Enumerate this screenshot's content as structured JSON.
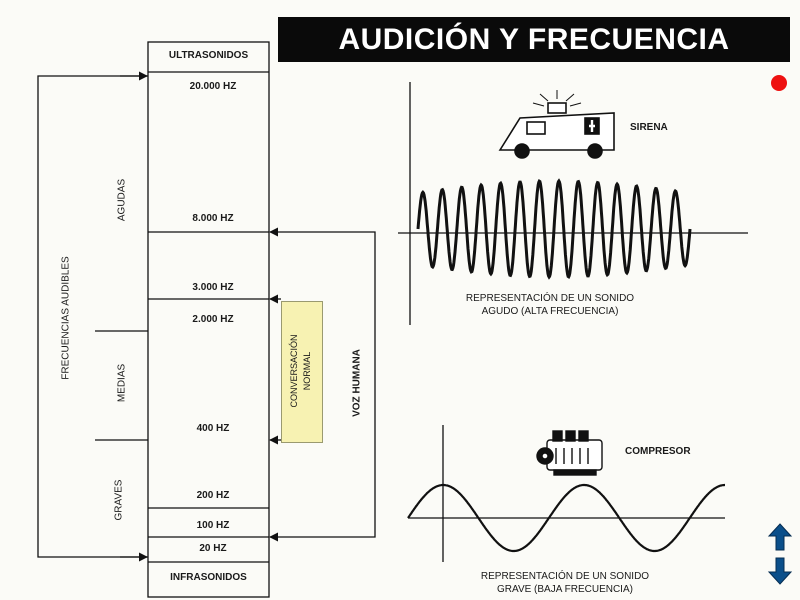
{
  "title": "AUDICIÓN Y FRECUENCIA",
  "scale": {
    "top_band": "ULTRASONIDOS",
    "bottom_band": "INFRASONIDOS",
    "ticks": [
      "20.000 HZ",
      "8.000 HZ",
      "3.000 HZ",
      "2.000 HZ",
      "400 HZ",
      "200 HZ",
      "100 HZ",
      "20 HZ"
    ]
  },
  "ranges": {
    "audible": "FRECUENCIAS AUDIBLES",
    "high": "AGUDAS",
    "mid": "MEDIAS",
    "low": "GRAVES"
  },
  "voice": {
    "label": "VOZ HUMANA",
    "conversation_line1": "CONVERSACIÓN",
    "conversation_line2": "NORMAL"
  },
  "siren": {
    "label": "SIRENA",
    "caption_line1": "REPRESENTACIÓN DE UN SONIDO",
    "caption_line2": "AGUDO (ALTA FRECUENCIA)"
  },
  "compressor": {
    "label": "COMPRESOR",
    "caption_line1": "REPRESENTACIÓN DE UN SONIDO",
    "caption_line2": "GRAVE (BAJA FRECUENCIA)"
  },
  "colors": {
    "title_bg": "#0a0a0a",
    "title_fg": "#ffffff",
    "conversation_fill": "#f7f2b2",
    "dot": "#ee1111",
    "nav": "#0b4f8a"
  },
  "icons": [
    "ambulance-icon",
    "compressor-icon",
    "red-dot-icon",
    "up-arrow-icon",
    "down-arrow-icon"
  ]
}
